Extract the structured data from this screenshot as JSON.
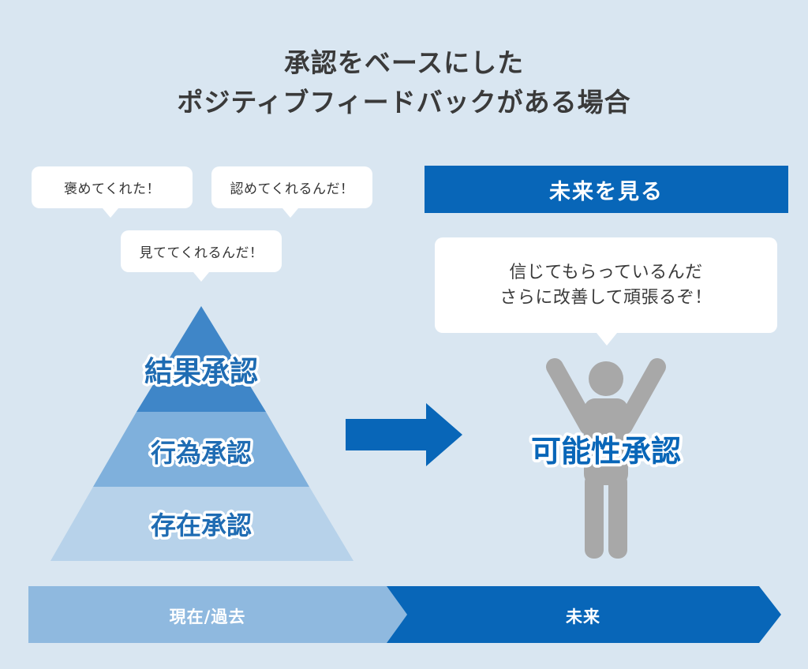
{
  "title": {
    "line1": "承認をベースにした",
    "line2": "ポジティブフィードバックがある場合"
  },
  "bubbles": {
    "praised": "褒めてくれた！",
    "acknowledged": "認めてくれるんだ！",
    "watched": "見ててくれるんだ！",
    "future_line1": "信じてもらっているんだ",
    "future_line2": "さらに改善して頑張るぞ！"
  },
  "future_banner": "未来を見る",
  "pyramid": {
    "top": "結果承認",
    "middle": "行為承認",
    "bottom": "存在承認"
  },
  "person_label": "可能性承認",
  "timeline": {
    "past": "現在/過去",
    "future": "未来"
  },
  "colors": {
    "background": "#d9e6f1",
    "pyramid_top": "#3f86c8",
    "pyramid_middle": "#7fb0dc",
    "pyramid_bottom": "#b7d2ea",
    "accent_blue": "#0866b8",
    "timeline_past": "#8fb9df",
    "person_gray": "#a8a8a8"
  }
}
